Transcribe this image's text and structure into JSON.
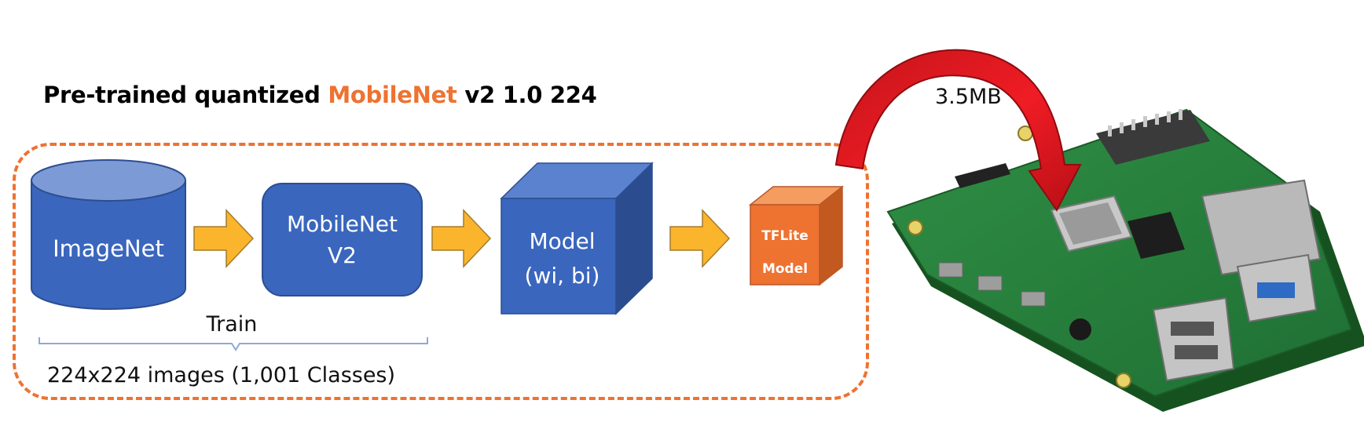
{
  "title": {
    "prefix": "Pre-trained quantized ",
    "accent": "MobileNet",
    "suffix": " v2 1.0 224",
    "accent_color": "#ee7230"
  },
  "nodes": {
    "dataset": "ImageNet",
    "network_line1": "MobileNet",
    "network_line2": "V2",
    "model_line1": "Model",
    "model_line2": "(wi, bi)",
    "tflite_line1": "TFLite",
    "tflite_line2": "Model"
  },
  "annotations": {
    "train": "Train",
    "dataset_caption": "224x224 images (1,001 Classes)",
    "model_size": "3.5MB"
  },
  "colors": {
    "blue": "#3a66bd",
    "blue_dark": "#2c4e91",
    "arrow": "#fbb52d",
    "orange": "#ee7230",
    "deploy_arrow": "#e0141c"
  },
  "icons": {
    "device": "raspberry-pi-board-icon"
  }
}
